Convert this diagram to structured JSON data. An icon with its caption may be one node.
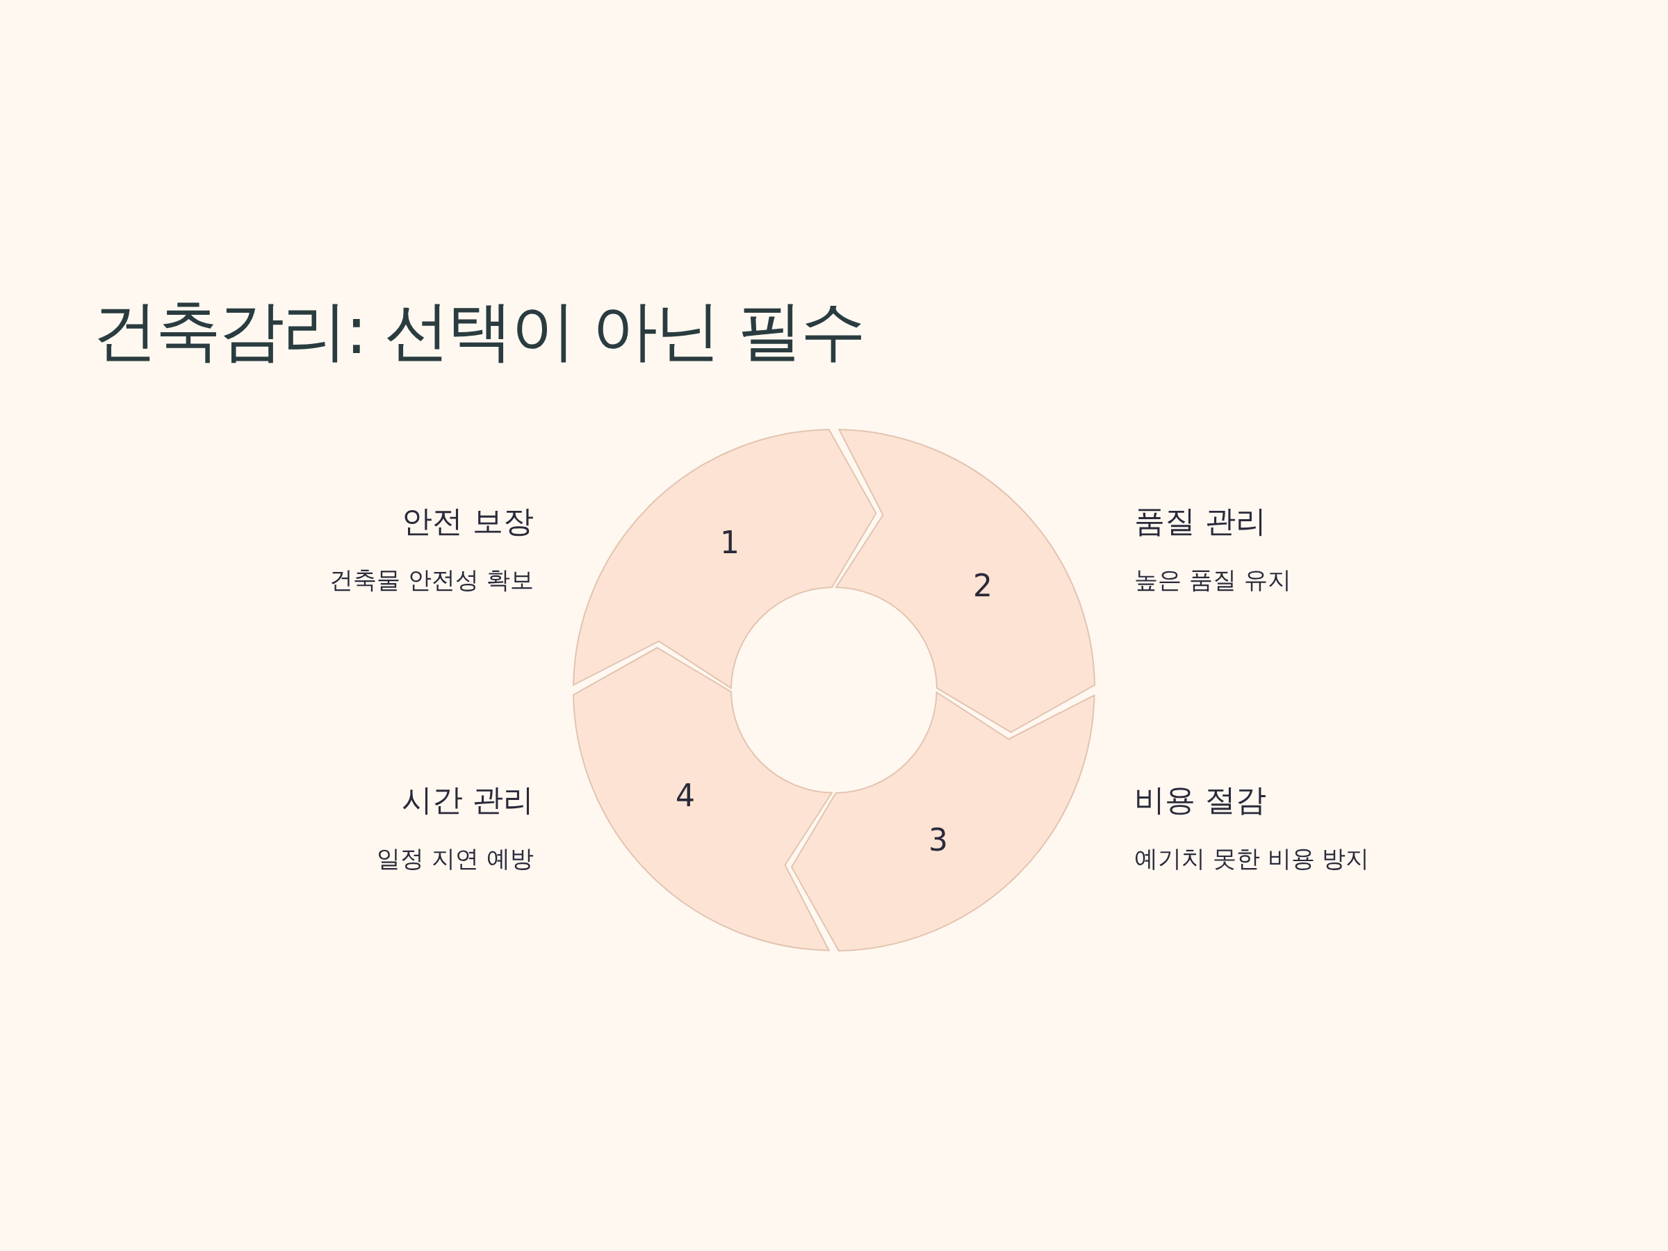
{
  "diagram": {
    "title": "건축감리: 선택이 아닌 필수",
    "nodes": [
      {
        "text": [
          "1"
        ],
        "beside": [
          "안전 보장",
          "건축물 안전성 확보"
        ]
      },
      {
        "text": [
          "2"
        ],
        "beside": [
          "품질 관리",
          "높은 품질 유지"
        ]
      },
      {
        "text": [
          "3"
        ],
        "beside": [
          "비용 절감",
          "예기치 못한 비용 방지"
        ]
      },
      {
        "text": [
          "4"
        ],
        "beside": [
          "시간 관리",
          "일정 지연 예방"
        ]
      }
    ]
  }
}
